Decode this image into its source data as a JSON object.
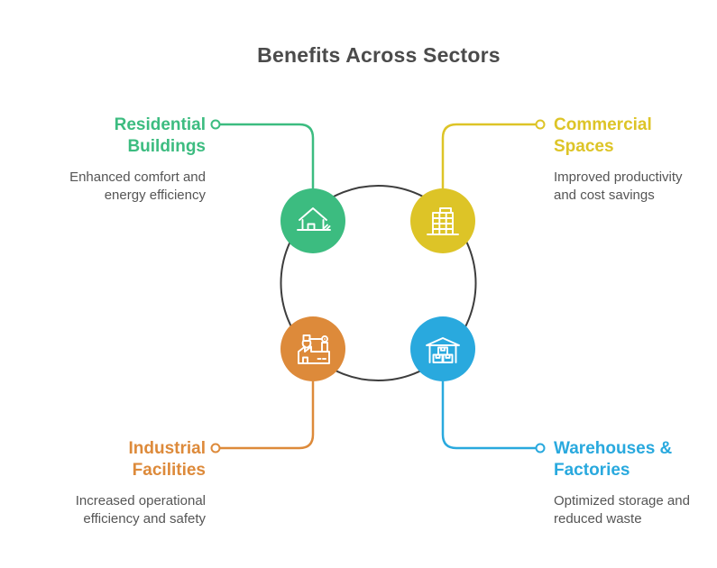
{
  "title": "Benefits Across Sectors",
  "palette": {
    "green": "#3cbc80",
    "yellow": "#ddc427",
    "orange": "#dd8a3a",
    "blue": "#29a9de",
    "center_circle_outline": "#3d3d3d",
    "heading_text": "#4b4b4b",
    "body_text": "#555555",
    "background": "#ffffff"
  },
  "sectors": [
    {
      "id": "residential",
      "label": "Residential Buildings",
      "description": "Enhanced comfort and energy efficiency",
      "color": "#3cbc80",
      "icon": "house-icon",
      "position": "top-left"
    },
    {
      "id": "commercial",
      "label": "Commercial Spaces",
      "description": "Improved productivity and cost savings",
      "color": "#ddc427",
      "icon": "office-building-icon",
      "position": "top-right"
    },
    {
      "id": "industrial",
      "label": "Industrial Facilities",
      "description": "Increased operational efficiency and safety",
      "color": "#dd8a3a",
      "icon": "factory-icon",
      "position": "bottom-left"
    },
    {
      "id": "warehouses",
      "label": "Warehouses & Factories",
      "description": "Optimized storage and reduced waste",
      "color": "#29a9de",
      "icon": "warehouse-icon",
      "position": "bottom-right"
    }
  ]
}
